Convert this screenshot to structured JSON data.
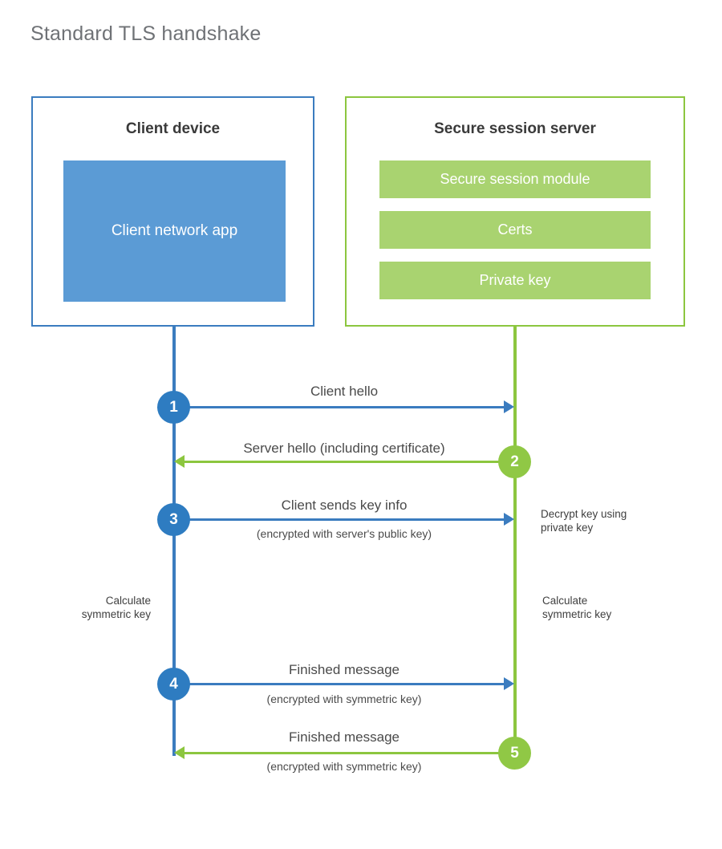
{
  "title": "Standard TLS handshake",
  "client": {
    "box_title": "Client device",
    "app_label": "Client network app",
    "border_color": "#3b7cbf",
    "app_color": "#5b9bd5",
    "accent_color": "#2e7cc1"
  },
  "server": {
    "box_title": "Secure session server",
    "border_color": "#8cc63f",
    "module_color": "#a9d370",
    "accent_color": "#90c845",
    "modules": [
      {
        "label": "Secure session module"
      },
      {
        "label": "Certs"
      },
      {
        "label": "Private key"
      }
    ]
  },
  "steps": [
    {
      "number": "1",
      "label": "Client hello",
      "sublabel": "",
      "direction": "client-to-server",
      "color": "blue"
    },
    {
      "number": "2",
      "label": "Server hello (including certificate)",
      "sublabel": "",
      "direction": "server-to-client",
      "color": "green"
    },
    {
      "number": "3",
      "label": "Client sends key info",
      "sublabel": "(encrypted with server's public key)",
      "direction": "client-to-server",
      "color": "blue"
    },
    {
      "number": "4",
      "label": "Finished message",
      "sublabel": "(encrypted with symmetric key)",
      "direction": "client-to-server",
      "color": "blue"
    },
    {
      "number": "5",
      "label": "Finished message",
      "sublabel": "(encrypted with symmetric key)",
      "direction": "server-to-client",
      "color": "green"
    }
  ],
  "notes": {
    "server_decrypt": "Decrypt key using\nprivate key",
    "client_calculate": "Calculate\nsymmetric key",
    "server_calculate": "Calculate\nsymmetric key"
  }
}
